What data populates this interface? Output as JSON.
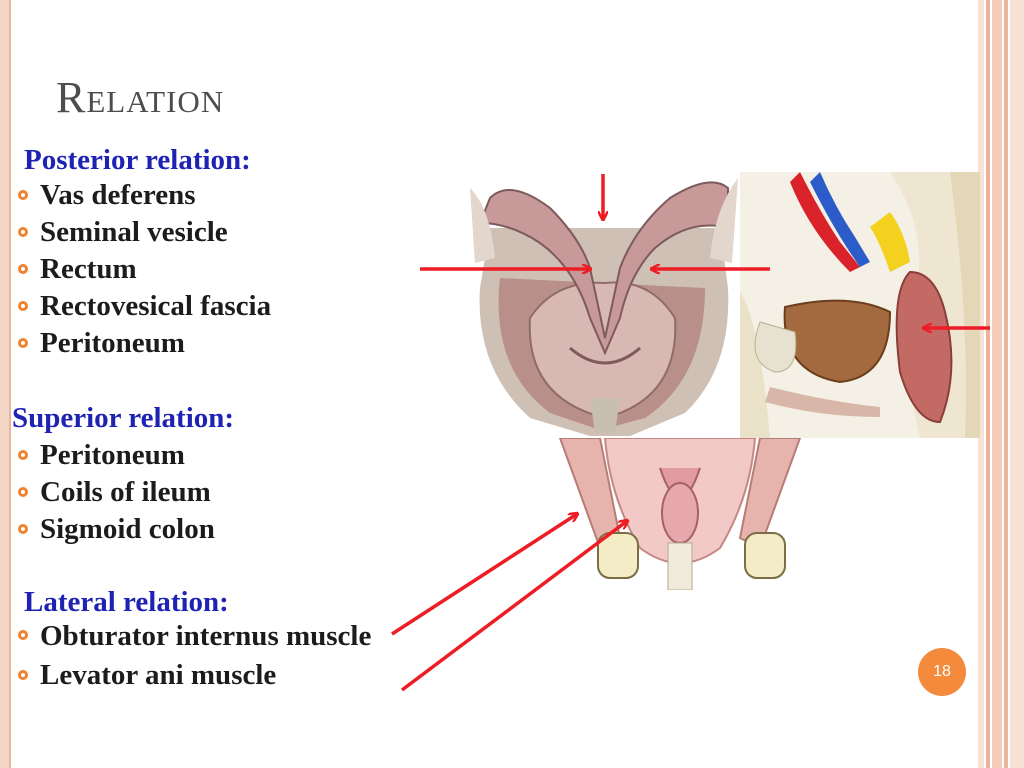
{
  "slide": {
    "title": "Relation",
    "page_number": "18"
  },
  "posterior": {
    "heading": "Posterior relation:",
    "items": [
      "Vas deferens",
      "Seminal vesicle",
      "Rectum",
      "Rectovesical fascia",
      "Peritoneum"
    ]
  },
  "superior": {
    "heading": "Superior relation:",
    "items": [
      "Peritoneum",
      "Coils of ileum",
      "Sigmoid colon"
    ]
  },
  "lateral": {
    "heading": "Lateral relation:",
    "items": [
      "Obturator internus muscle",
      "Levator ani muscle"
    ]
  },
  "colors": {
    "heading_blue": "#1f23b3",
    "bullet_orange": "#f0822d",
    "arrow_red": "#ee1c24",
    "frame_peach": "#f3d6c6"
  }
}
